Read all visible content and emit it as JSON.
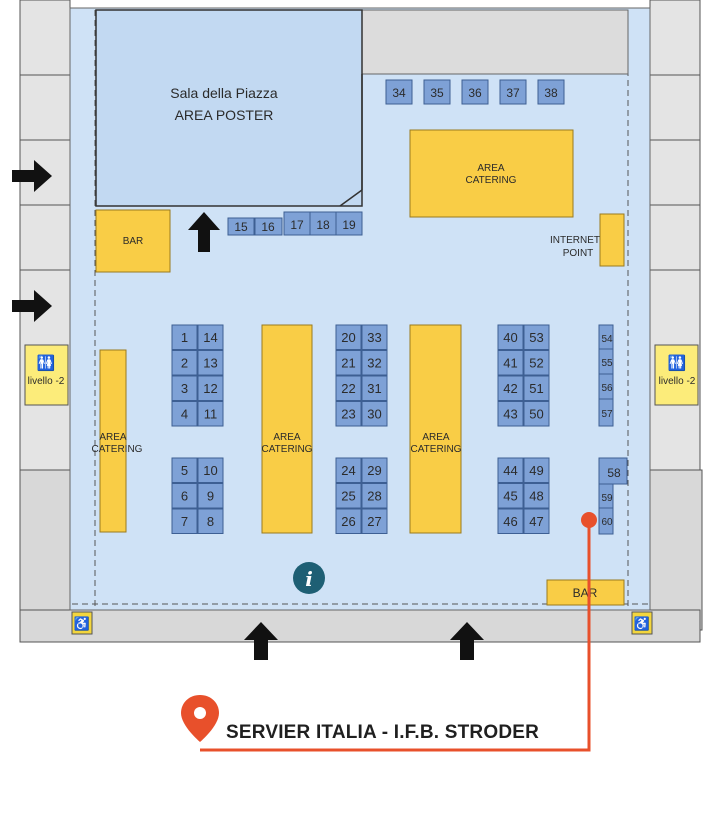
{
  "hall": {
    "poster_room_line1": "Sala della Piazza",
    "poster_room_line2": "AREA POSTER",
    "bar_left": "BAR",
    "bar_bottom": "BAR",
    "catering_top": [
      "AREA",
      "CATERING"
    ],
    "catering_left": [
      "AREA",
      "CATERING"
    ],
    "catering_mid1": [
      "AREA",
      "CATERING"
    ],
    "catering_mid2": [
      "AREA",
      "CATERING"
    ],
    "internet_point": [
      "INTERNET",
      "POINT"
    ],
    "restroom_left": "livello -2",
    "restroom_right": "livello -2"
  },
  "booths": {
    "top_row": [
      "34",
      "35",
      "36",
      "37",
      "38"
    ],
    "poster_row": [
      "15",
      "16",
      "17",
      "18",
      "19"
    ],
    "col_a_upper": [
      [
        "1",
        "14"
      ],
      [
        "2",
        "13"
      ],
      [
        "3",
        "12"
      ],
      [
        "4",
        "11"
      ]
    ],
    "col_a_lower": [
      [
        "5",
        "10"
      ],
      [
        "6",
        "9"
      ],
      [
        "7",
        "8"
      ]
    ],
    "col_b_upper": [
      [
        "20",
        "33"
      ],
      [
        "21",
        "32"
      ],
      [
        "22",
        "31"
      ],
      [
        "23",
        "30"
      ]
    ],
    "col_b_lower": [
      [
        "24",
        "29"
      ],
      [
        "25",
        "28"
      ],
      [
        "26",
        "27"
      ]
    ],
    "col_c_upper": [
      [
        "40",
        "53"
      ],
      [
        "41",
        "52"
      ],
      [
        "42",
        "51"
      ],
      [
        "43",
        "50"
      ]
    ],
    "col_c_lower": [
      [
        "44",
        "49"
      ],
      [
        "45",
        "48"
      ],
      [
        "46",
        "47"
      ]
    ],
    "right_strip": [
      "54",
      "55",
      "56",
      "57"
    ],
    "right_lower": [
      "58",
      "59",
      "60"
    ]
  },
  "highlight": {
    "booth": "60",
    "exhibitor": "SERVIER ITALIA - I.F.B. STRODER",
    "accent_color": "#e8502b"
  },
  "icons": [
    "info-icon",
    "entrance-arrow-icon",
    "wheelchair-icon",
    "location-pin-icon",
    "restroom-icon"
  ]
}
